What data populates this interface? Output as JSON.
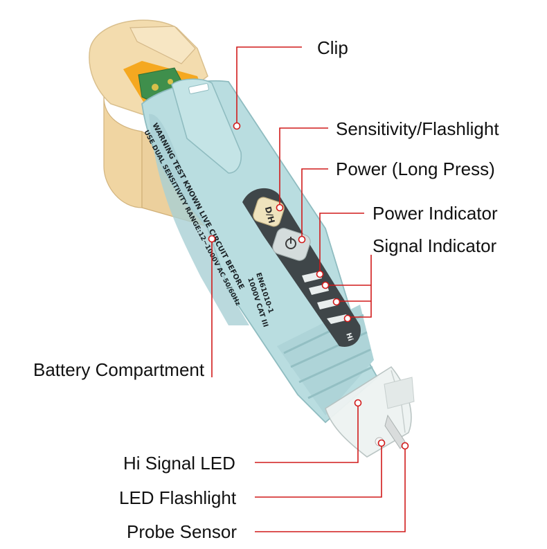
{
  "labels": {
    "clip": "Clip",
    "sensitivity": "Sensitivity/Flashlight",
    "power": "Power (Long Press)",
    "power_indicator": "Power Indicator",
    "signal_indicator": "Signal Indicator",
    "battery": "Battery Compartment",
    "hi_led": "Hi Signal LED",
    "flashlight": "LED Flashlight",
    "probe": "Probe Sensor"
  },
  "device_print": {
    "warning_line1": "WARNING TEST KNOWN LIVE CIRCUIT BEFORE",
    "warning_line2": "USE DUAL SENSITIVITY RANGE:12~1000V AC 50/60Hz",
    "standard": "EN61010-1",
    "rating": "1000V CAT III",
    "hi_mark": "Hi"
  },
  "colors": {
    "body": "#b9dde0",
    "cap": "#f3dcae",
    "leader": "#d11a1a",
    "pcb": "#3f8f4c",
    "window": "#f5a820"
  }
}
